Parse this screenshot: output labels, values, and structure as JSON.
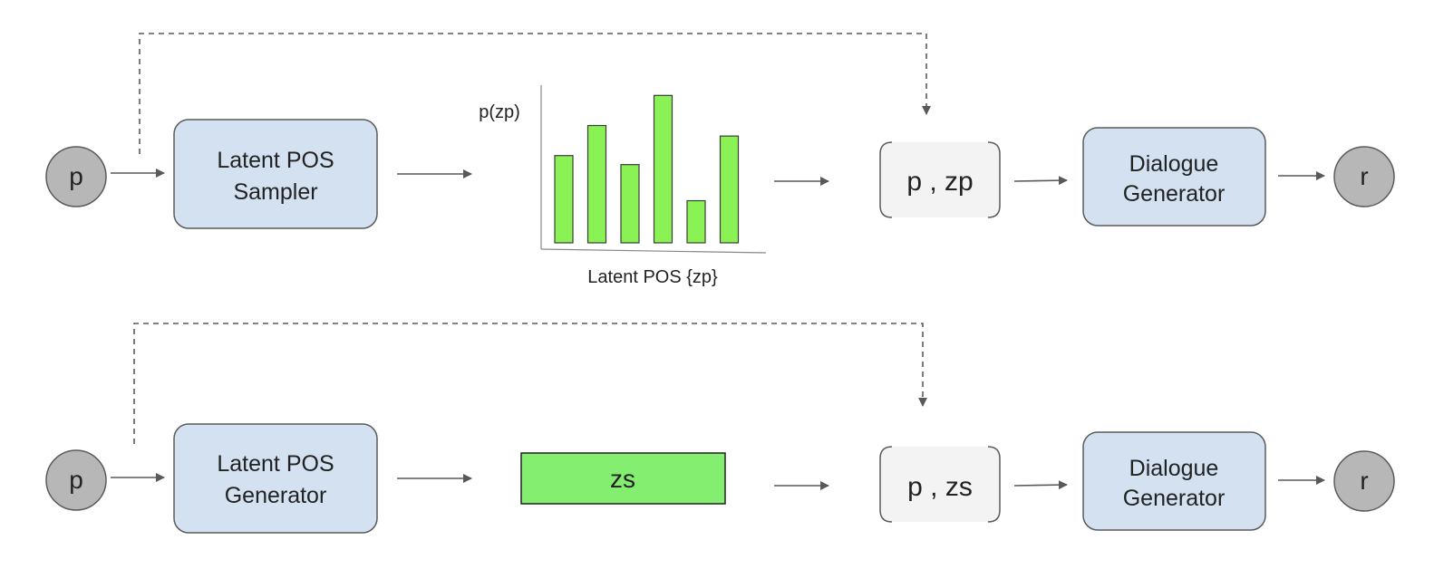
{
  "colors": {
    "box_fill": "#d3e1f1",
    "box_stroke": "#5b5b5b",
    "circle_fill": "#b7b7b7",
    "bar_fill": "#8af254",
    "bar_stroke": "#3b3b3b",
    "zs_fill": "#84ee70",
    "pair_fill": "#f3f3f3",
    "line": "#595959"
  },
  "top_row": {
    "input": "p",
    "sampler": {
      "line1": "Latent POS",
      "line2": "Sampler"
    },
    "histogram": {
      "ylabel": "p(zp)",
      "xlabel": "Latent POS {zp}",
      "bar_values": [
        0.58,
        0.78,
        0.52,
        0.98,
        0.28,
        0.71
      ]
    },
    "pair": "p , zp",
    "generator": {
      "line1": "Dialogue",
      "line2": "Generator"
    },
    "output": "r"
  },
  "bottom_row": {
    "input": "p",
    "latent_generator": {
      "line1": "Latent POS",
      "line2": "Generator"
    },
    "zs_label": "zs",
    "pair": "p , zs",
    "generator": {
      "line1": "Dialogue",
      "line2": "Generator"
    },
    "output": "r"
  }
}
